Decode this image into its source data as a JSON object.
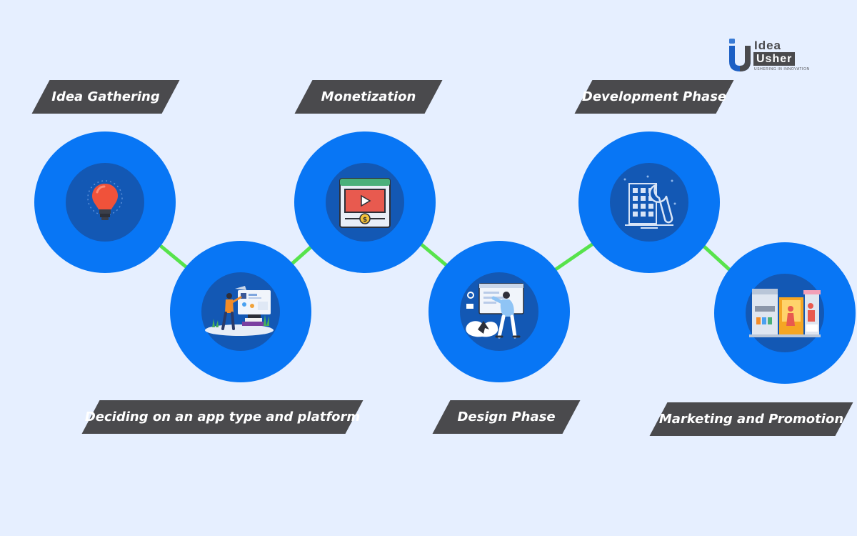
{
  "logo": {
    "line1": "Idea",
    "line2": "Usher",
    "tagline": "USHERING IN INNOVATION"
  },
  "colors": {
    "background": "#e6efff",
    "circle": "#0876f5",
    "circle_inner": "#1358b4",
    "connector": "#57e34c",
    "label_bg": "#4a4a4d",
    "label_text": "#ffffff"
  },
  "steps": [
    {
      "label": "Idea Gathering",
      "icon": "lightbulb-icon"
    },
    {
      "label": "Deciding on an app type and platform",
      "icon": "presentation-icon"
    },
    {
      "label": "Monetization",
      "icon": "video-monetization-icon"
    },
    {
      "label": "Design Phase",
      "icon": "designer-icon"
    },
    {
      "label": "Development Phase",
      "icon": "wrench-building-icon"
    },
    {
      "label": "Marketing and Promotion",
      "icon": "shop-marketing-icon"
    }
  ]
}
